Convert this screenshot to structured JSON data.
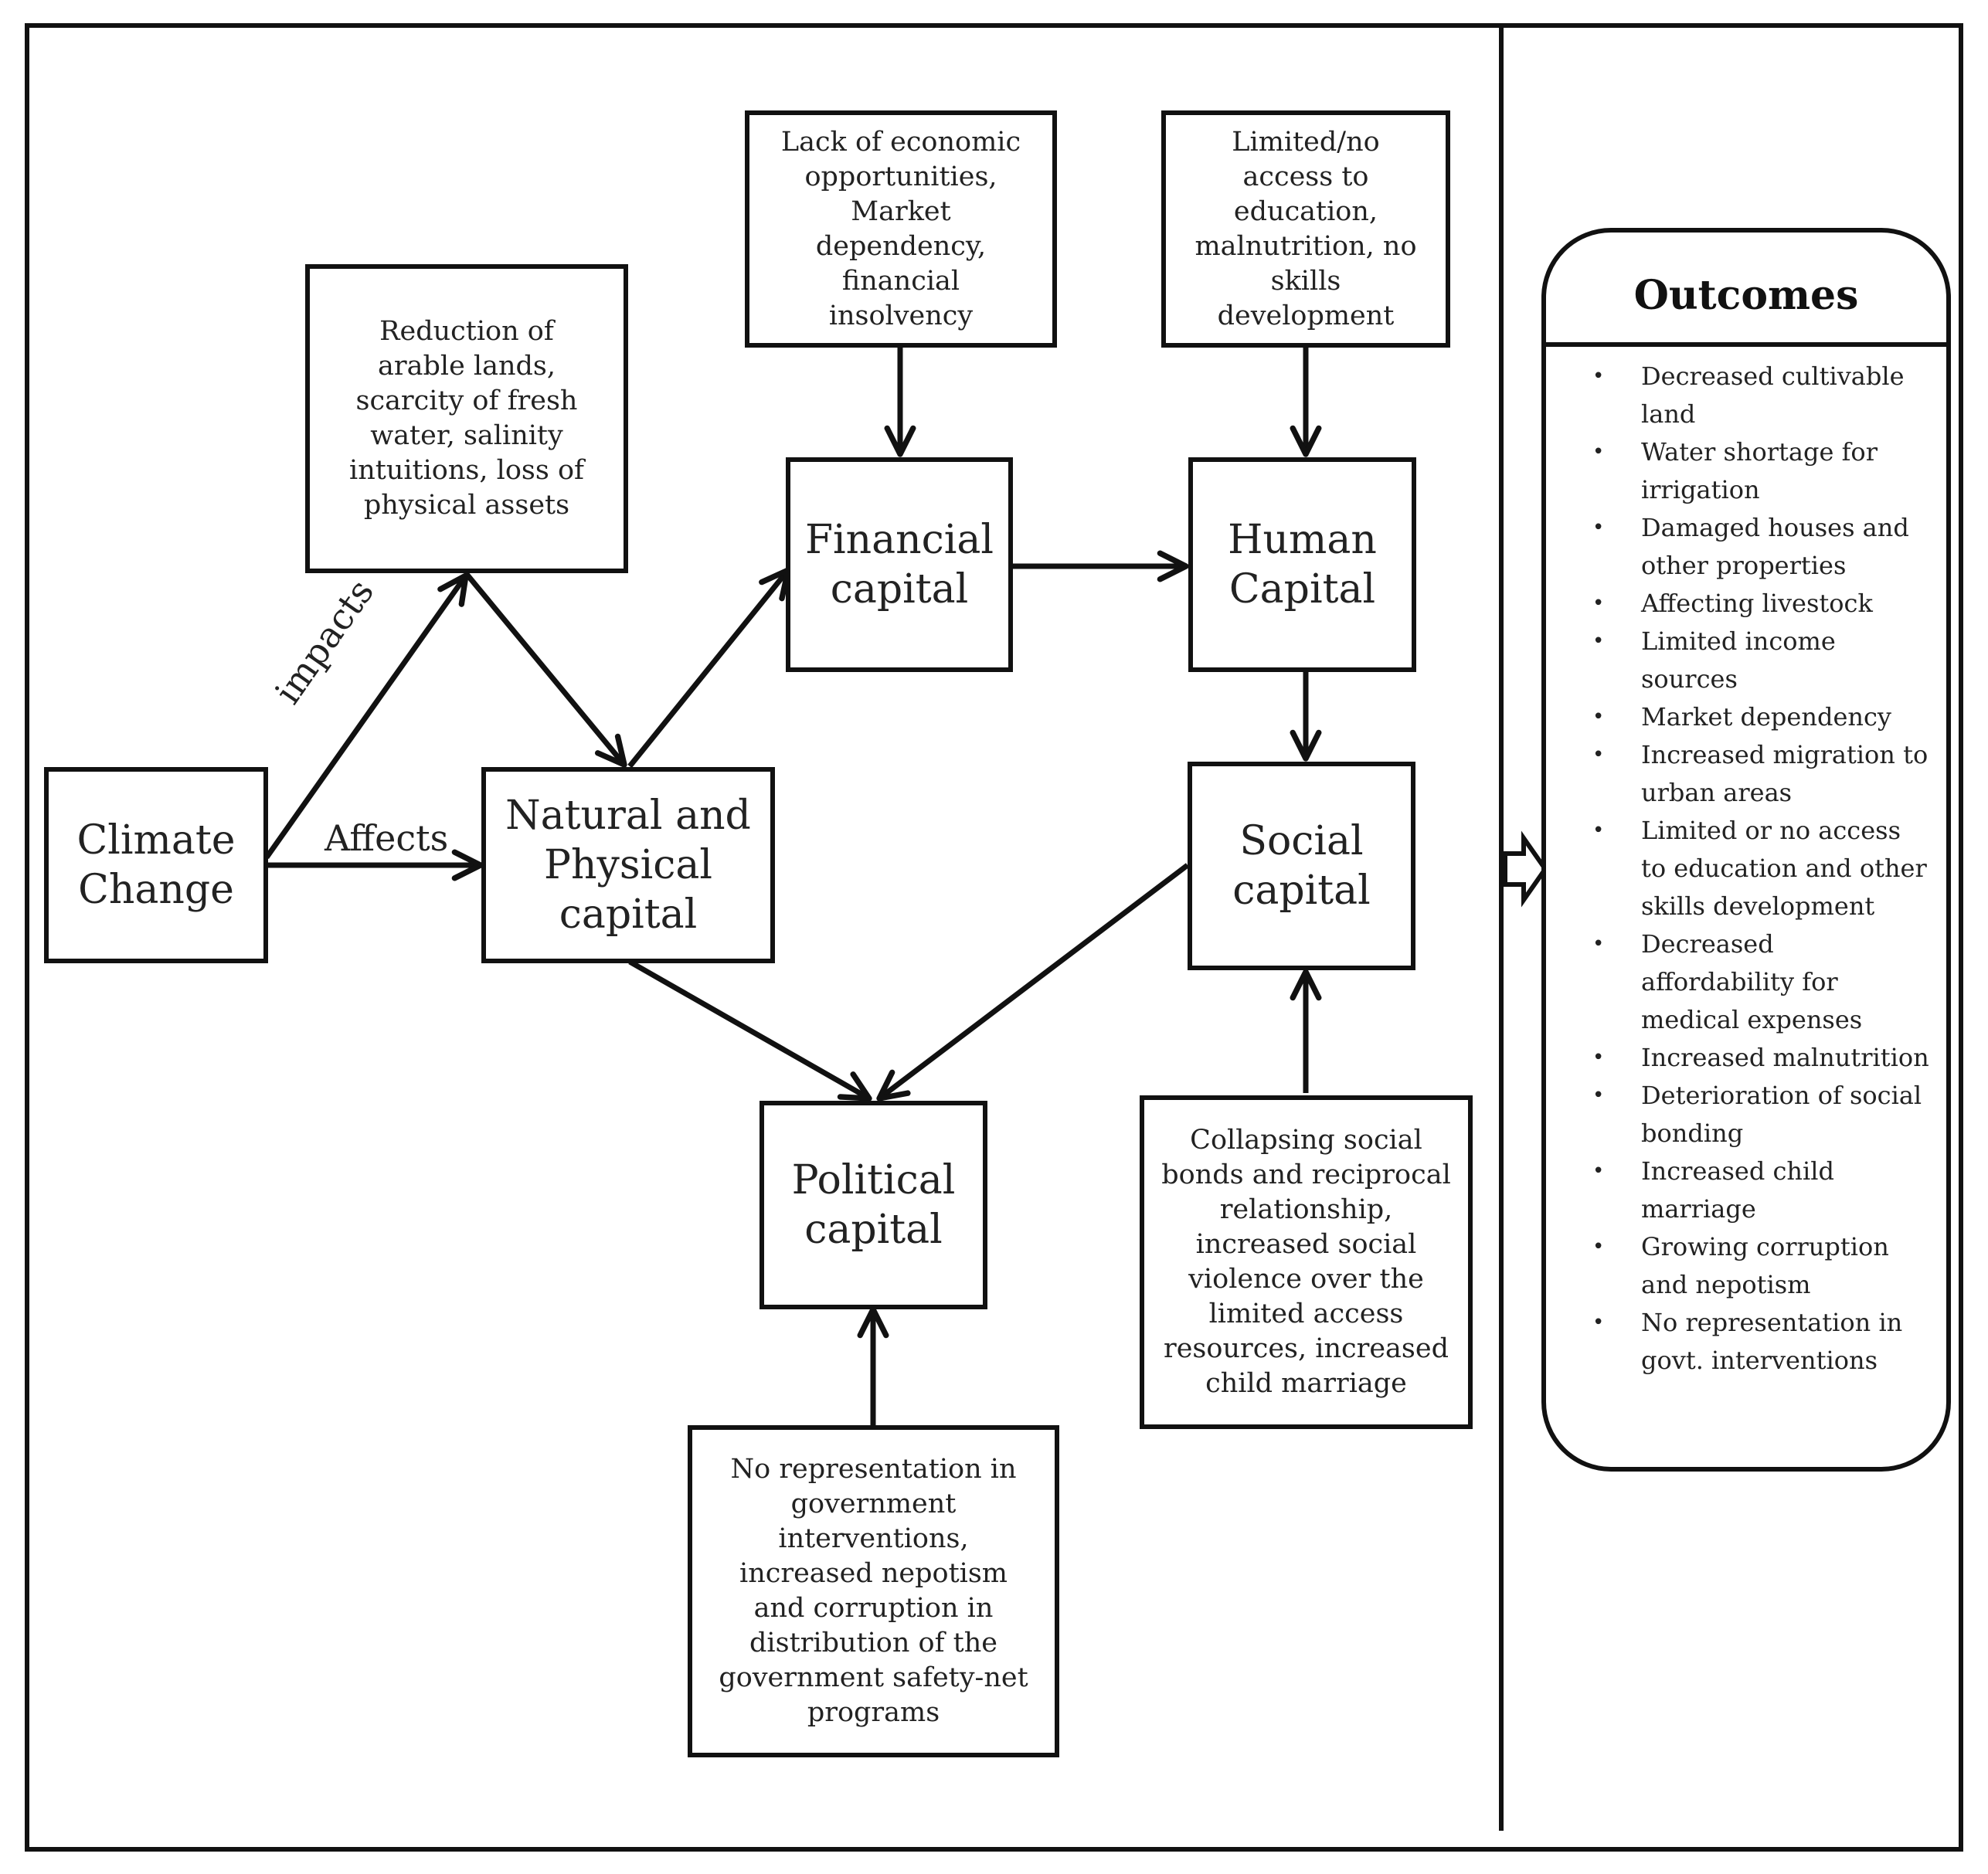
{
  "boxes": {
    "climate_change": "Climate Change",
    "natural_physical": "Natural and Physical capital",
    "financial": "Financial capital",
    "human": "Human Capital",
    "social": "Social capital",
    "political": "Political capital"
  },
  "notes": {
    "natural_physical": "Reduction of arable lands, scarcity of fresh water, salinity intuitions, loss of physical assets",
    "financial": "Lack of economic opportunities, Market dependency, financial insolvency",
    "human": "Limited/no access to education, malnutrition, no skills development",
    "social": "Collapsing social bonds and reciprocal relationship, increased social violence over the limited access resources, increased child marriage",
    "political": "No representation in government interventions, increased nepotism and corruption in distribution of the government safety-net programs"
  },
  "edge_labels": {
    "impacts": "impacts",
    "affects": "Affects"
  },
  "outcomes": {
    "title": "Outcomes",
    "items": [
      "Decreased cultivable land",
      "Water shortage for irrigation",
      "Damaged houses  and other properties",
      "Affecting livestock",
      "Limited income sources",
      "Market dependency",
      "Increased migration to urban areas",
      "Limited or no access to education and other skills development",
      "Decreased affordability for medical expenses",
      "Increased malnutrition",
      "Deterioration of social bonding",
      "Increased  child marriage",
      "Growing corruption and nepotism",
      "No representation in govt. interventions"
    ]
  }
}
